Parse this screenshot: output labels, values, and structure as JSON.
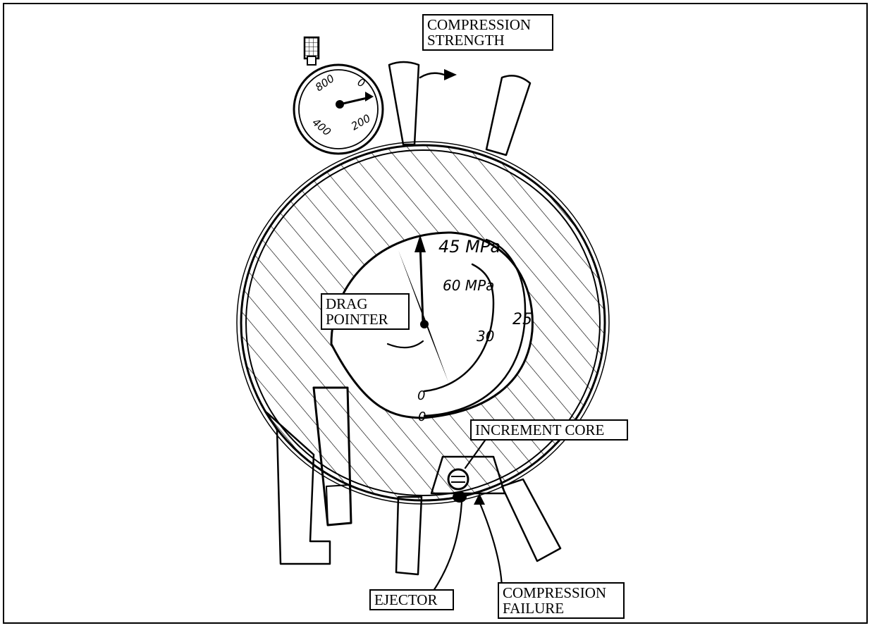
{
  "labels": {
    "compression_strength": "COMPRESSION\nSTRENGTH",
    "drag_pointer": "DRAG\nPOINTER",
    "increment_core": "INCREMENT CORE",
    "ejector": "EJECTOR",
    "compression_failure": "COMPRESSION\nFAILURE"
  },
  "dial_scale": {
    "outer_top": "45 MPa",
    "inner_top": "60 MPa",
    "outer_tick": "25",
    "inner_tick": "30",
    "inner_zero": "0",
    "outer_zero": "0"
  },
  "stopwatch": {
    "dial_numbers": [
      "800",
      "0",
      "400",
      "200"
    ]
  }
}
